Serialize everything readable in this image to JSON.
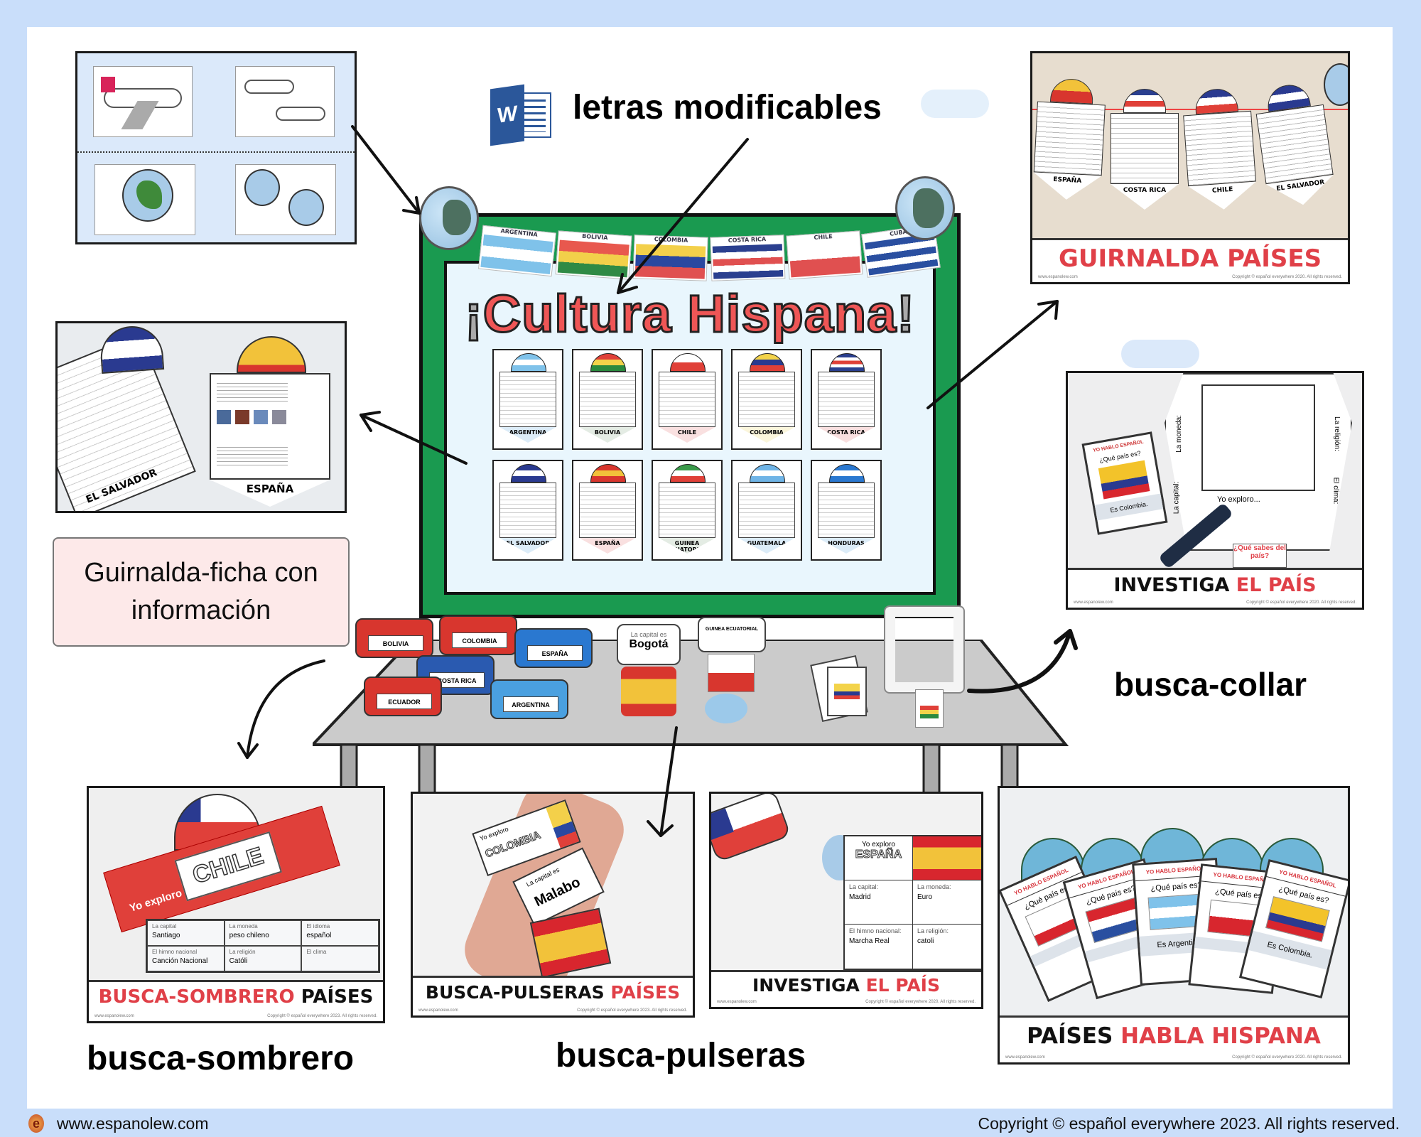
{
  "header": {
    "word_icon": "microsoft-word-icon",
    "editable_label": "letras modificables"
  },
  "board": {
    "title_open": "¡",
    "title": "Cultura Hispana",
    "title_close": "!",
    "bunting_flags": [
      {
        "name": "ARGENTINA",
        "colors": [
          "#7fc2ea",
          "#ffffff",
          "#7fc2ea"
        ]
      },
      {
        "name": "BOLIVIA",
        "colors": [
          "#e8584e",
          "#f2d04a",
          "#2f8a45"
        ]
      },
      {
        "name": "COLOMBIA",
        "colors": [
          "#f3d04a",
          "#2a48a0",
          "#e05050"
        ]
      },
      {
        "name": "COSTA RICA",
        "colors": [
          "#2a3f8f",
          "#ffffff",
          "#e05050",
          "#ffffff",
          "#2a3f8f"
        ]
      },
      {
        "name": "CHILE",
        "colors": [
          "#ffffff",
          "#e05050"
        ]
      },
      {
        "name": "CUBA",
        "colors": [
          "#2a4fa0",
          "#ffffff",
          "#2a4fa0",
          "#ffffff",
          "#2a4fa0"
        ]
      }
    ],
    "pennants": [
      {
        "name": "ARGENTINA",
        "flag": [
          "#7fc2ea",
          "#ffffff",
          "#7fc2ea"
        ],
        "tint": "#dcecf8"
      },
      {
        "name": "BOLIVIA",
        "flag": [
          "#e04038",
          "#f2d34a",
          "#2a8a3e"
        ],
        "tint": "#e4ece4"
      },
      {
        "name": "CHILE",
        "flag": [
          "#ffffff",
          "#e04038"
        ],
        "tint": "#f9e0e0"
      },
      {
        "name": "COLOMBIA",
        "flag": [
          "#f3d34a",
          "#2a3a90",
          "#e04038"
        ],
        "tint": "#fbf6dc"
      },
      {
        "name": "COSTA RICA",
        "flag": [
          "#2a3f8f",
          "#ffffff",
          "#e04038",
          "#ffffff",
          "#2a3f8f"
        ],
        "tint": "#f9e0e0"
      },
      {
        "name": "EL SALVADOR",
        "flag": [
          "#2a3a90",
          "#ffffff",
          "#2a3a90"
        ],
        "tint": "#dcecf8"
      },
      {
        "name": "ESPAÑA",
        "flag": [
          "#d8362e",
          "#f2c23a",
          "#d8362e"
        ],
        "tint": "#f9e0e0"
      },
      {
        "name": "GUINEA ECUATORIAL",
        "flag": [
          "#3a9a4a",
          "#ffffff",
          "#e04038"
        ],
        "tint": "#e4ece4"
      },
      {
        "name": "GUATEMALA",
        "flag": [
          "#6fb4e6",
          "#ffffff",
          "#6fb4e6"
        ],
        "tint": "#dcecf8"
      },
      {
        "name": "HONDURAS",
        "flag": [
          "#2a78d0",
          "#ffffff",
          "#2a78d0"
        ],
        "tint": "#dcecf8"
      }
    ]
  },
  "panels": {
    "guirnalda": {
      "caption_red": "GUIRNALDA PAÍSES",
      "site": "www.espanolew.com",
      "copyright": "Copyright © español everywhere 2020. All rights reserved.",
      "pennants": [
        "ESPAÑA",
        "COSTA RICA",
        "CHILE",
        "EL SALVADOR"
      ]
    },
    "investiga_top": {
      "caption_black": "INVESTIGA",
      "caption_red": "EL PAÍS",
      "site": "www.espanolew.com",
      "copyright": "Copyright © español everywhere 2020. All rights reserved.",
      "card_header": "YO HABLO ESPAÑOL",
      "card_question": "¿Qué país es?",
      "card_answer": "Es Colombia.",
      "collar_center": "Yo exploro...",
      "collar_sides": [
        "La moneda:",
        "La capital:",
        "La religión:",
        "El clima:"
      ],
      "collar_bottom": "¿Qué sabes del país?"
    },
    "ficha": {
      "left_pennant": "EL SALVADOR",
      "right_pennant": "ESPAÑA",
      "label": "Guirnalda-ficha con información"
    },
    "sombrero": {
      "caption_red": "BUSCA-SOMBRERO",
      "caption_black": "PAÍSES",
      "site": "www.espanolew.com",
      "copyright": "Copyright © español everywhere 2023. All rights reserved.",
      "hat_prefix": "Yo exploro",
      "hat_country": "CHILE",
      "cells": [
        {
          "label": "La capital",
          "value": "Santiago"
        },
        {
          "label": "La moneda",
          "value": "peso chileno"
        },
        {
          "label": "El idioma",
          "value": "español"
        },
        {
          "label": "El himno nacional",
          "value": "Canción Nacional"
        },
        {
          "label": "La religión",
          "value": "Católi"
        },
        {
          "label": "El clima",
          "value": ""
        }
      ],
      "label": "busca-sombrero"
    },
    "pulseras": {
      "caption_black": "BUSCA-PULSERAS",
      "caption_red": "PAÍSES",
      "site": "www.espanolew.com",
      "copyright": "Copyright © español everywhere 2023. All rights reserved.",
      "band1_top": "Yo exploro",
      "band1_country": "COLOMBIA",
      "band2_top": "La capital es",
      "band2_value": "Malabo",
      "label": "busca-pulseras"
    },
    "investiga_bottom": {
      "caption_black": "INVESTIGA",
      "caption_red": "EL PAÍS",
      "site": "www.espanolew.com",
      "copyright": "Copyright © español everywhere 2020. All rights reserved.",
      "explore": "Yo exploro",
      "country": "ESPAÑA",
      "cells": [
        {
          "label": "La capital:",
          "value": "Madrid"
        },
        {
          "label": "La moneda:",
          "value": "Euro"
        },
        {
          "label": "El himno nacional:",
          "value": "Marcha Real"
        },
        {
          "label": "La religión:",
          "value": "catoli"
        }
      ]
    },
    "habla": {
      "caption_black": "PAÍSES",
      "caption_red": "HABLA HISPANA",
      "site": "www.espanolew.com",
      "copyright": "Copyright © español everywhere 2020. All rights reserved.",
      "card_header": "YO HABLO ESPAÑOL",
      "card_question": "¿Qué país es?",
      "answers": [
        "Es Argentina.",
        "Es Colombia."
      ]
    },
    "collar_label": "busca-collar"
  },
  "table": {
    "hat_labels": [
      "BOLIVIA",
      "COLOMBIA",
      "COSTA RICA",
      "ESPAÑA",
      "ECUADOR",
      "ARGENTINA"
    ],
    "bracelet_capital_label": "La capital es",
    "bracelet_capital": "Bogotá",
    "bracelet_country": "GUINEA ECUATORIAL"
  },
  "footer": {
    "site": "www.espanolew.com",
    "copyright": "Copyright © español everywhere 2023. All rights reserved."
  }
}
